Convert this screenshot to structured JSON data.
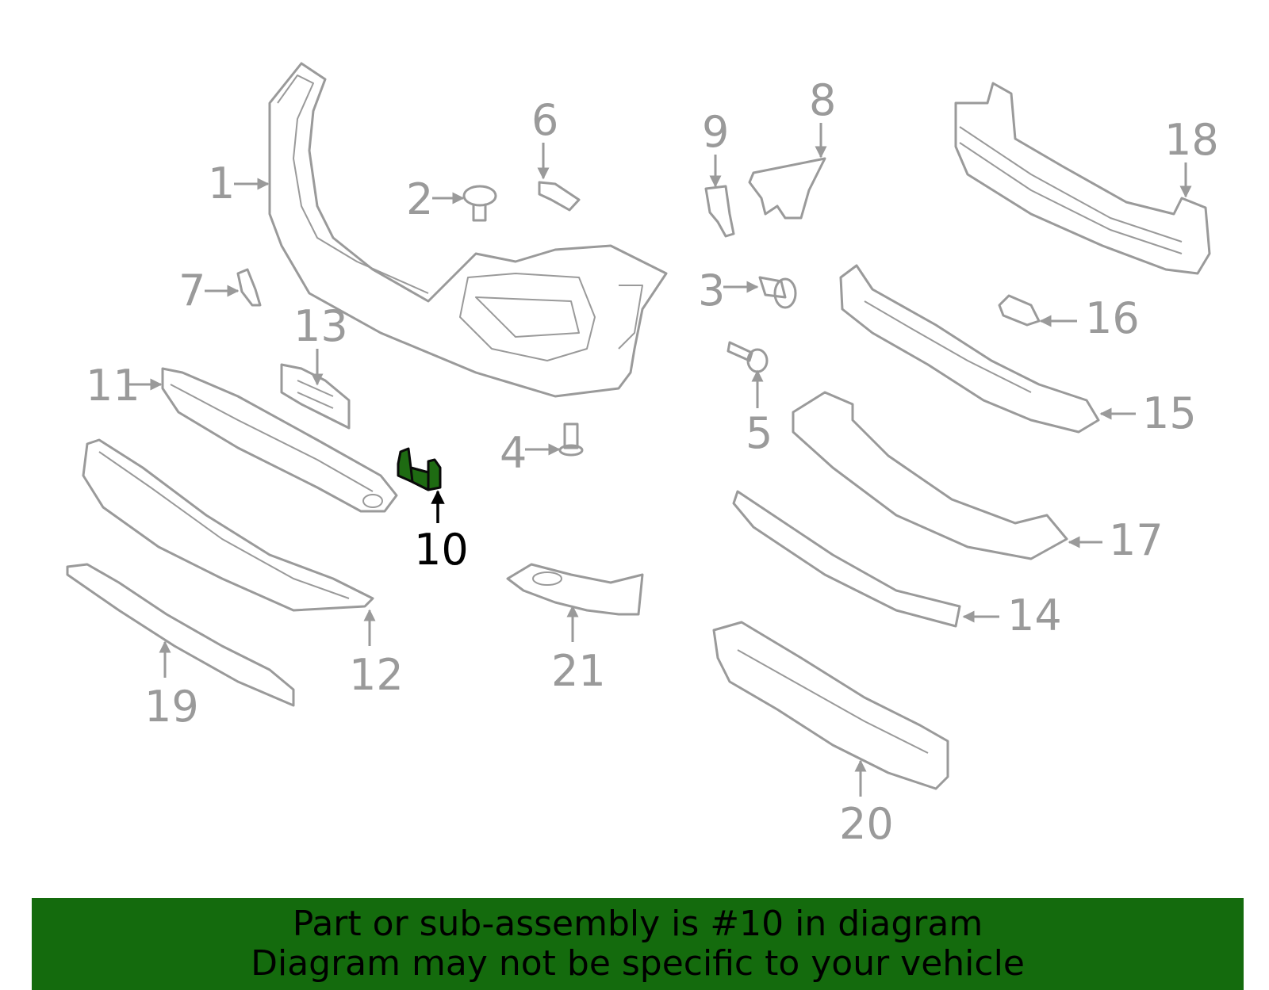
{
  "diagram": {
    "callouts": [
      "1",
      "2",
      "3",
      "4",
      "5",
      "6",
      "7",
      "8",
      "9",
      "10",
      "11",
      "12",
      "13",
      "14",
      "15",
      "16",
      "17",
      "18",
      "19",
      "20",
      "21"
    ],
    "highlighted_part": "10",
    "colors": {
      "outline": "#9a9a9a",
      "highlight_fill": "#1e6b12",
      "banner": "#146b0d"
    }
  },
  "banner": {
    "line1": "Part or sub-assembly is #10 in diagram",
    "line2": "Diagram may not be specific to your vehicle"
  }
}
